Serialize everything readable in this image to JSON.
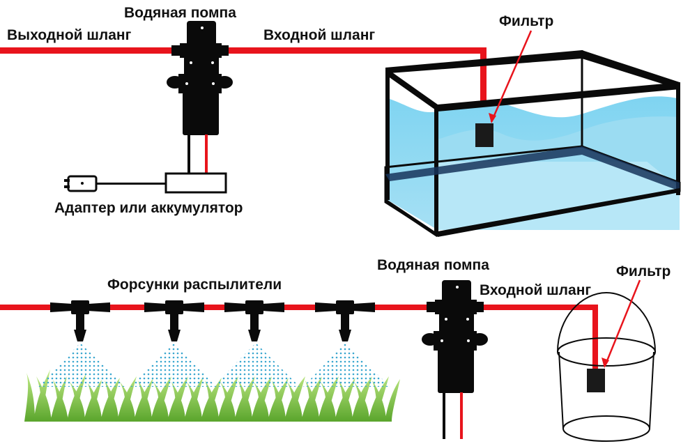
{
  "top": {
    "pump_label": "Водяная помпа",
    "outlet_hose_label": "Выходной шланг",
    "inlet_hose_label": "Входной шланг",
    "filter_label": "Фильтр",
    "power_label": "Адаптер или аккумулятор"
  },
  "bottom": {
    "nozzles_label": "Форсунки распылители",
    "pump_label": "Водяная помпа",
    "inlet_hose_label": "Входной шланг",
    "filter_label": "Фильтр"
  },
  "colors": {
    "hose": "#e8141c",
    "device": "#0a0a0a",
    "water": "#5cc8ec",
    "water_light": "#a9e2f6",
    "grass": "#8fd14f",
    "spray": "#3aa7cf"
  }
}
